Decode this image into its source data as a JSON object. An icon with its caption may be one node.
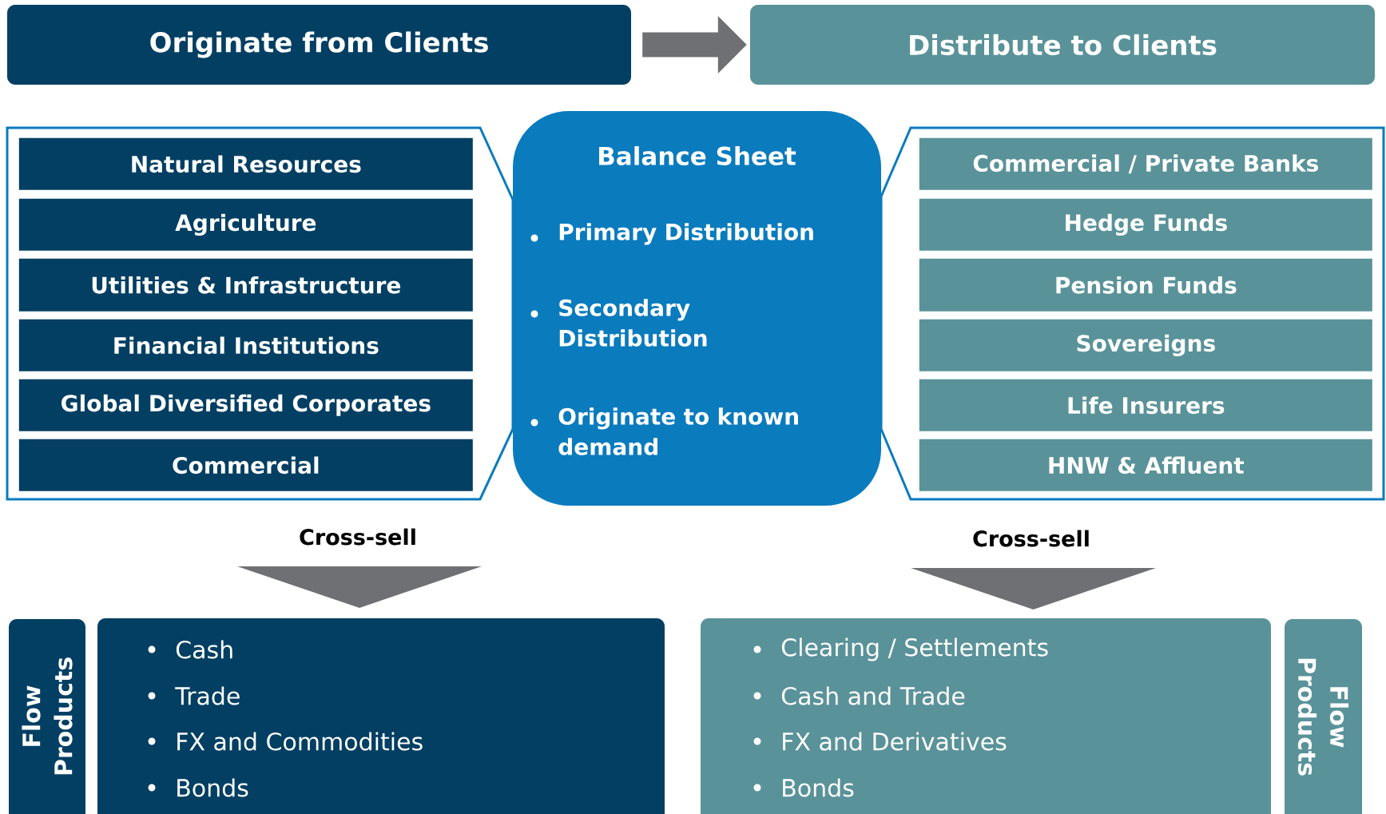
{
  "diagram": {
    "nodes": [
      {
        "text": [
          "Originate from Clients"
        ]
      },
      {
        "text": [
          "Distribute to Clients"
        ]
      },
      {
        "text": [],
        "shape": "box"
      },
      {
        "text": [
          "Natural Resources"
        ],
        "in": 2
      },
      {
        "text": [
          "Agriculture"
        ],
        "in": 2
      },
      {
        "text": [
          "Utilities & Infrastructure"
        ],
        "in": 2
      },
      {
        "text": [
          "Financial Institutions"
        ],
        "in": 2
      },
      {
        "text": [
          "Global Diversified Corporates"
        ],
        "in": 2
      },
      {
        "text": [
          "Commercial"
        ],
        "in": 2
      },
      {
        "text": [
          "Balance Sheet",
          "Primary Distribution",
          "Secondary Distribution",
          "Originate to known demand"
        ]
      },
      {
        "text": [],
        "shape": "box"
      },
      {
        "text": [
          "Commercial / Private Banks"
        ],
        "in": 10
      },
      {
        "text": [
          "Hedge Funds"
        ],
        "in": 10
      },
      {
        "text": [
          "Pension Funds"
        ],
        "in": 10
      },
      {
        "text": [
          "Sovereigns"
        ],
        "in": 10
      },
      {
        "text": [
          "Life Insurers"
        ],
        "in": 10
      },
      {
        "text": [
          "HNW & Affluent"
        ],
        "in": 10
      },
      {
        "text": [
          "Flow Products"
        ]
      },
      {
        "text": [
          "Cash",
          "Trade",
          "FX and Commodities",
          "Bonds"
        ]
      },
      {
        "text": [
          "Clearing / Settlements",
          "Cash and Trade",
          "FX and Derivatives",
          "Bonds"
        ]
      },
      {
        "text": [
          "Flow Products"
        ]
      }
    ],
    "edges": [
      {
        "from": 0,
        "to": 1,
        "arrow": "to"
      }
    ],
    "labels": [
      "Cross-sell",
      "Cross-sell"
    ]
  }
}
